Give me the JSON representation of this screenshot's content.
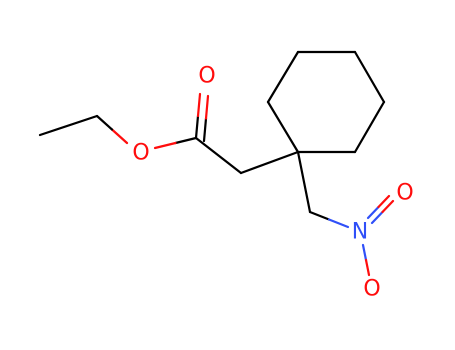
{
  "molecule": {
    "atom_labels": {
      "carbonyl_oxygen": "O",
      "ester_oxygen": "O",
      "nitro_nitrogen": "N",
      "nitro_oxygen_top": "O",
      "nitro_oxygen_bottom": "O"
    },
    "colors": {
      "carbon_bond": "#000000",
      "oxygen": "#ff0d0d",
      "nitrogen": "#3050f8",
      "background": "#ffffff"
    }
  }
}
